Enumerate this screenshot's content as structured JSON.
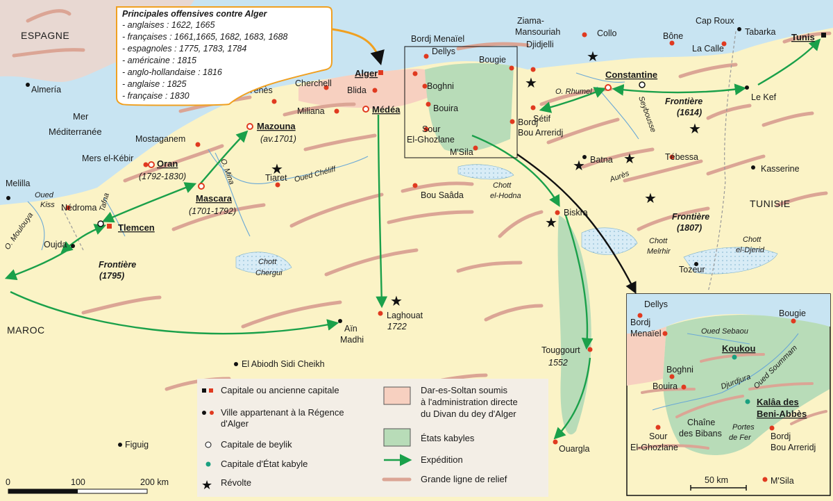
{
  "offensives_box": {
    "title": "Principales offensives contre Alger",
    "lines": [
      "- anglaises : 1622, 1665",
      "- françaises : 1661,1665, 1682, 1683, 1688",
      "- espagnoles : 1775, 1783, 1784",
      "- américaine : 1815",
      "- anglo-hollandaise : 1816",
      "- anglaise : 1825",
      "- française : 1830"
    ]
  },
  "countries": {
    "espagne": "ESPAGNE",
    "maroc": "MAROC",
    "tunisie": "TUNISIE"
  },
  "sea": {
    "line1": "Mer",
    "line2": "Méditerranée"
  },
  "places": {
    "almeria": "Almería",
    "melilla": "Melilla",
    "alger": "Alger",
    "blida": "Blida",
    "medea": "Médéa",
    "cherchell": "Cherchell",
    "tenes": "Ténès",
    "miliana": "Miliana",
    "mazouna": "Mazouna",
    "mazouna_date": "(av.1701)",
    "mostaganem": "Mostaganem",
    "mers": "Mers el-Kébir",
    "oran": "Oran",
    "oran_date": "(1792-1830)",
    "mascara": "Mascara",
    "mascara_date": "(1701-1792)",
    "tiaret": "Tiaret",
    "tlemcen": "Tlemcen",
    "nedroma": "Nédroma",
    "oujda": "Oujda",
    "dellys": "Dellys",
    "bordj_menaiel": "Bordj Menaïel",
    "boghni": "Boghni",
    "bouira": "Bouira",
    "bougie": "Bougie",
    "sour1": "Sour",
    "sour2": "El-Ghozlane",
    "msila": "M'Sila",
    "bba1": "Bordj",
    "bba2": "Bou Arreridj",
    "setif": "Sétif",
    "ziama1": "Ziama-",
    "ziama2": "Mansouriah",
    "djidjelli": "Djidjelli",
    "collo": "Collo",
    "bone": "Bône",
    "la_calle": "La Calle",
    "cap_roux": "Cap Roux",
    "tabarka": "Tabarka",
    "tunis": "Tunis",
    "constantine": "Constantine",
    "le_kef": "Le Kef",
    "batna": "Batna",
    "tebessa": "Tébessa",
    "kasserine": "Kasserine",
    "biskra": "Biskra",
    "bou_saada": "Bou Saâda",
    "laghouat": "Laghouat",
    "laghouat_date": "1722",
    "ain_madhi1": "Aïn",
    "ain_madhi2": "Madhi",
    "el_abiodh": "El Abiodh Sidi Cheikh",
    "figuig": "Figuig",
    "touggourt": "Touggourt",
    "touggourt_date": "1552",
    "ouargla": "Ouargla",
    "tozeur": "Tozeur"
  },
  "features": {
    "o_rhumel": "O. Rhumel",
    "seybousse": "Seybousse",
    "oued_cheliff": "Oued Chéliff",
    "o_mina": "O. Mina",
    "tafna": "Tafna",
    "oued_kiss1": "Oued",
    "oued_kiss2": "Kiss",
    "o_moulouya": "O. Moulouya",
    "aures": "Aurès",
    "chott_hodna1": "Chott",
    "chott_hodna2": "el-Hodna",
    "chott_chergui1": "Chott",
    "chott_chergui2": "Chergui",
    "chott_melrhir1": "Chott",
    "chott_melrhir2": "Melrhir",
    "chott_djerid1": "Chott",
    "chott_djerid2": "el-Djerid",
    "frontiere": "Frontière",
    "f1614": "(1614)",
    "f1807": "(1807)",
    "f1795": "(1795)"
  },
  "inset": {
    "dellys": "Dellys",
    "bordj1": "Bordj",
    "bordj2": "Menaïel",
    "oued_sebaou": "Oued Sebaou",
    "bougie": "Bougie",
    "koukou": "Koukou",
    "boghni": "Boghni",
    "bouira": "Bouira",
    "djurdjura": "Djurdjura",
    "oued_soummam": "Oued Soummam",
    "kalaa1": "Kalâa des",
    "kalaa2": "Beni-Abbès",
    "chaine1": "Chaîne",
    "chaine2": "des Bibans",
    "portes1": "Portes",
    "portes2": "de Fer",
    "sour1": "Sour",
    "sour2": "El-Ghozlane",
    "bba1": "Bordj",
    "bba2": "Bou Arreridj",
    "msila": "M'Sila",
    "scale": "50 km"
  },
  "scale": {
    "t0": "0",
    "t100": "100",
    "t200": "200 km"
  },
  "legend": {
    "capitale": "Capitale ou ancienne capitale",
    "ville1": "Ville appartenant à la Régence",
    "ville2": "d'Alger",
    "beylik": "Capitale de beylik",
    "kabyle_cap": "Capitale d'État kabyle",
    "revolte": "Révolte",
    "dar1": "Dar-es-Soltan soumis",
    "dar2": "à l'administration directe",
    "dar3": "du Divan du dey d'Alger",
    "etats": "États kabyles",
    "expedition": "Expédition",
    "relief": "Grande ligne de relief"
  },
  "colors": {
    "land": "#fbf3c6",
    "sea": "#c8e4f2",
    "spain": "#e8d8d2",
    "dar": "#f7d0c0",
    "kabyle": "#b8dcb8",
    "relief": "#dba595",
    "arrow": "#1aa04a",
    "city": "#e03a20",
    "border_box": "#f0a020"
  }
}
